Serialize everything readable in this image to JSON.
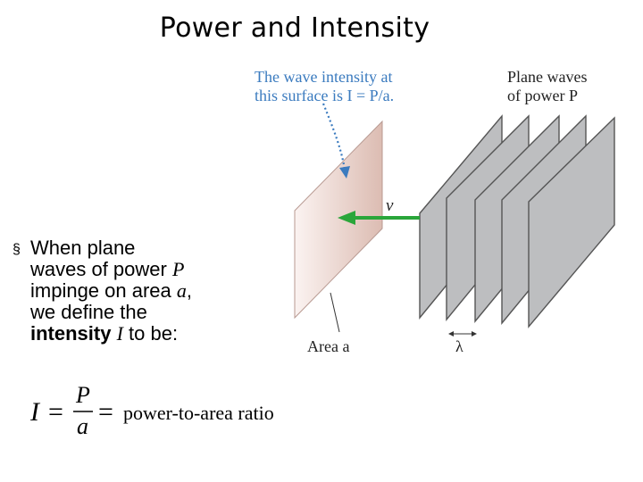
{
  "title": "Power and Intensity",
  "bullet": {
    "marker": "§",
    "line1": "When plane",
    "line2_a": "waves of power ",
    "line2_var": "P",
    "line3_a": "impinge on area ",
    "line3_var": "a",
    "line3_b": ",",
    "line4": "we define the",
    "line5_bold": "intensity",
    "line5_var": "I",
    "line5_b": " to be:"
  },
  "equation": {
    "lhs": "I",
    "eq1": "=",
    "numerator": "P",
    "denominator": "a",
    "eq2": "=",
    "rhs": "power-to-area ratio"
  },
  "diagram": {
    "intensity_caption_line1": "The wave intensity at",
    "intensity_caption_line2": "this surface is I = P/a.",
    "planes_caption_line1": "Plane waves",
    "planes_caption_line2": "of power P",
    "velocity_label": "v",
    "area_label": "Area a",
    "wavelength_label": "λ",
    "colors": {
      "annotation": "#3b7bbf",
      "arrow": "#2aa63a",
      "plane_fill": "#bdbec0",
      "surface": "#e7cfc8"
    }
  }
}
